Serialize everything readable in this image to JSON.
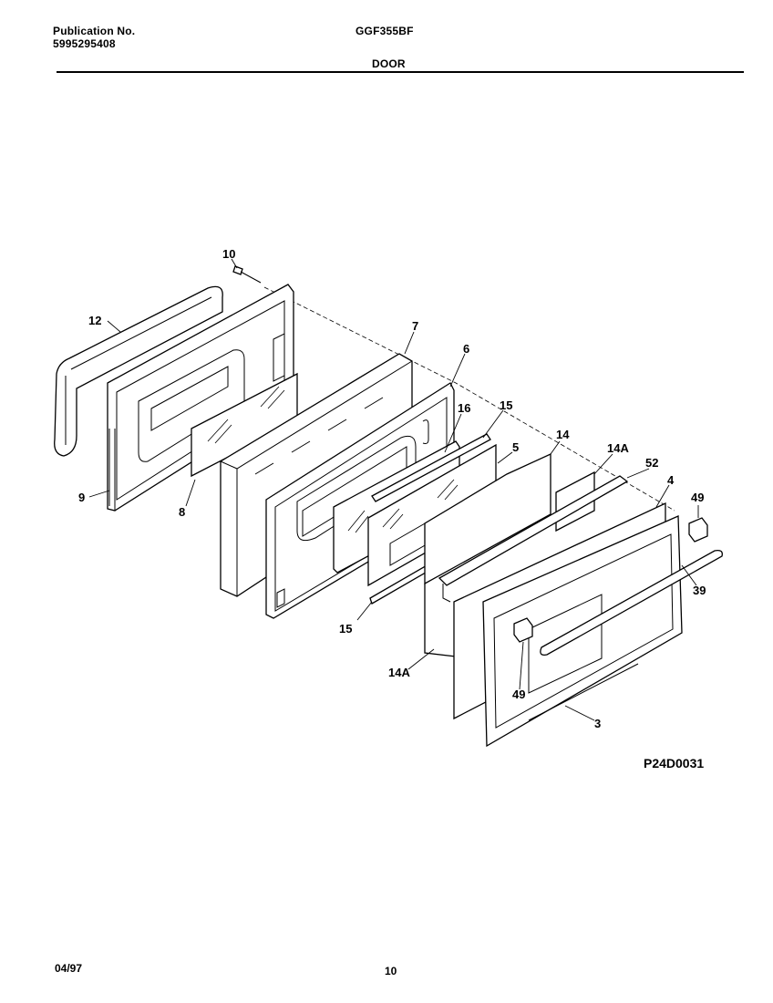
{
  "header": {
    "publication_label": "Publication No.",
    "publication_number": "5995295408",
    "model": "GGF355BF",
    "section_title": "DOOR"
  },
  "drawing_id": "P24D0031",
  "footer": {
    "date": "04/97",
    "page": "10"
  },
  "callouts": {
    "c10": "10",
    "c12": "12",
    "c9": "9",
    "c8": "8",
    "c7": "7",
    "c6": "6",
    "c16": "16",
    "c15_top": "15",
    "c5": "5",
    "c14": "14",
    "c14a_top": "14A",
    "c52": "52",
    "c4": "4",
    "c49_right": "49",
    "c39": "39",
    "c15_bottom": "15",
    "c14a_bottom": "14A",
    "c49_bottom": "49",
    "c3": "3"
  }
}
